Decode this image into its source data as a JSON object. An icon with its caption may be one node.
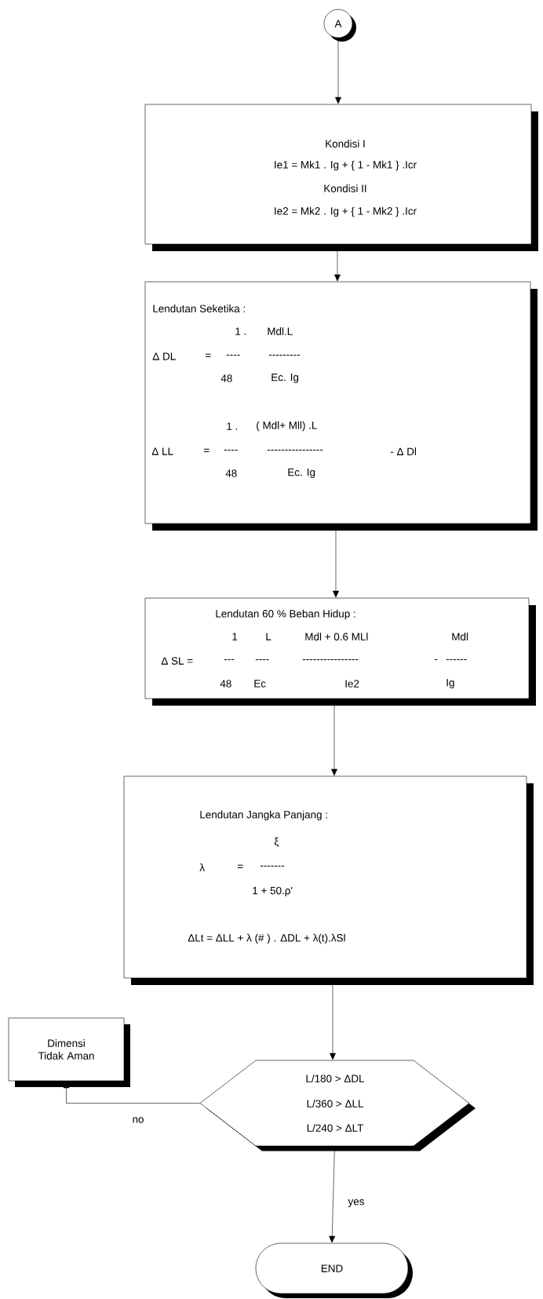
{
  "diagram": {
    "nodes": [
      {
        "text": [
          "A"
        ]
      },
      {
        "text": [
          "Kondisi I",
          "Ie1 = Mk1 . Ig + { 1 - Mk1 } .Icr",
          "Kondisi II",
          "Ie2 = Mk2 . Ig + { 1 - Mk2 } .Icr"
        ]
      },
      {
        "text": [
          "Lendutan Seketika :",
          "1 .",
          "Mdl.L",
          "Δ DL",
          "=",
          "----",
          "---------",
          "48",
          "Ec. Ig",
          "1 .",
          "( Mdl+ Mll) .L",
          "Δ LL",
          "=",
          "----",
          "----------------",
          "- Δ Dl",
          "48",
          "Ec. Ig"
        ]
      },
      {
        "text": [
          "Lendutan 60 % Beban Hidup :",
          "1",
          "L",
          "Mdl + 0.6 MLl",
          "Mdl",
          "Δ SL =",
          "---",
          "----",
          "----------------",
          "-",
          "------",
          "48",
          "Ec",
          "Ie2",
          "Ig"
        ]
      },
      {
        "text": [
          "Lendutan Jangka Panjang :",
          "ξ",
          "λ",
          "=",
          "-------",
          "1 + 50.ρ'",
          "ΔLt = ΔLL + λ (# ) . ΔDL + λ(t).λSl"
        ]
      },
      {
        "text": [
          "Dimensi Tidak Aman"
        ]
      },
      {
        "text": [
          "L/180 > ΔDL",
          "L/360 > ΔLL",
          "L/240 > ΔLT"
        ]
      },
      {
        "text": [
          "END"
        ]
      }
    ],
    "edges": [
      {
        "from": 0,
        "to": 1,
        "arrow": "to"
      },
      {
        "from": 1,
        "to": 2,
        "arrow": "to"
      },
      {
        "from": 2,
        "to": 3,
        "arrow": "to"
      },
      {
        "from": 3,
        "to": 4,
        "arrow": "to"
      },
      {
        "from": 4,
        "to": 6,
        "arrow": "to"
      },
      {
        "from": 6,
        "to": 5,
        "arrow": "to",
        "label": "no"
      },
      {
        "from": 6,
        "to": 7,
        "arrow": "to",
        "label": "yes"
      }
    ]
  }
}
